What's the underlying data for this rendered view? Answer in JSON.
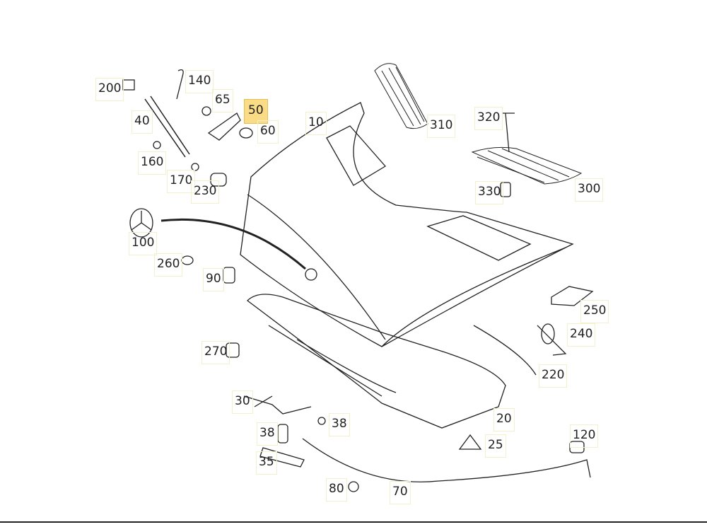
{
  "diagram": {
    "type": "exploded-parts-diagram",
    "highlight_color": "#f9dc85",
    "labels": [
      {
        "text": "200"
      },
      {
        "text": "140"
      },
      {
        "text": "65"
      },
      {
        "text": "50",
        "highlighted": true
      },
      {
        "text": "60"
      },
      {
        "text": "40"
      },
      {
        "text": "10"
      },
      {
        "text": "310"
      },
      {
        "text": "320"
      },
      {
        "text": "160"
      },
      {
        "text": "170"
      },
      {
        "text": "230"
      },
      {
        "text": "330"
      },
      {
        "text": "300"
      },
      {
        "text": "100"
      },
      {
        "text": "260"
      },
      {
        "text": "90"
      },
      {
        "text": "250"
      },
      {
        "text": "240"
      },
      {
        "text": "270"
      },
      {
        "text": "220"
      },
      {
        "text": "30"
      },
      {
        "text": "38"
      },
      {
        "text": "38"
      },
      {
        "text": "20"
      },
      {
        "text": "120"
      },
      {
        "text": "25"
      },
      {
        "text": "35"
      },
      {
        "text": "80"
      },
      {
        "text": "70"
      }
    ]
  }
}
